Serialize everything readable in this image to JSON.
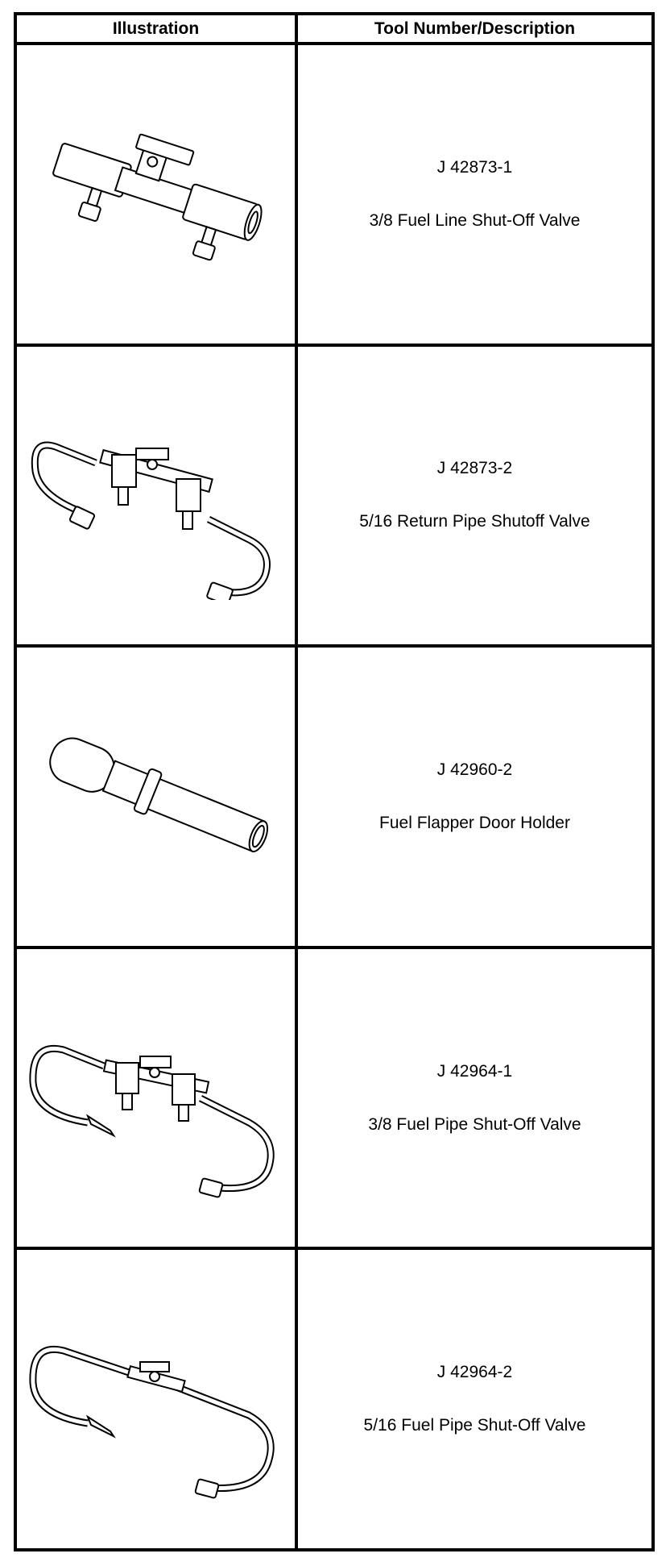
{
  "table": {
    "headers": [
      "Illustration",
      "Tool Number/Description"
    ],
    "rows": [
      {
        "tool_number": "J 42873-1",
        "description": "3/8 Fuel Line Shut-Off Valve",
        "illustration": "fuel-line-shutoff-valve-icon"
      },
      {
        "tool_number": "J 42873-2",
        "description": "5/16 Return Pipe Shutoff Valve",
        "illustration": "return-pipe-shutoff-valve-icon"
      },
      {
        "tool_number": "J 42960-2",
        "description": "Fuel Flapper Door Holder",
        "illustration": "flapper-door-holder-icon"
      },
      {
        "tool_number": "J 42964-1",
        "description": "3/8 Fuel Pipe Shut-Off Valve",
        "illustration": "fuel-pipe-shutoff-valve-icon"
      },
      {
        "tool_number": "J 42964-2",
        "description": "5/16 Fuel Pipe Shut-Off Valve",
        "illustration": "fuel-pipe-shutoff-valve-long-icon"
      }
    ]
  }
}
